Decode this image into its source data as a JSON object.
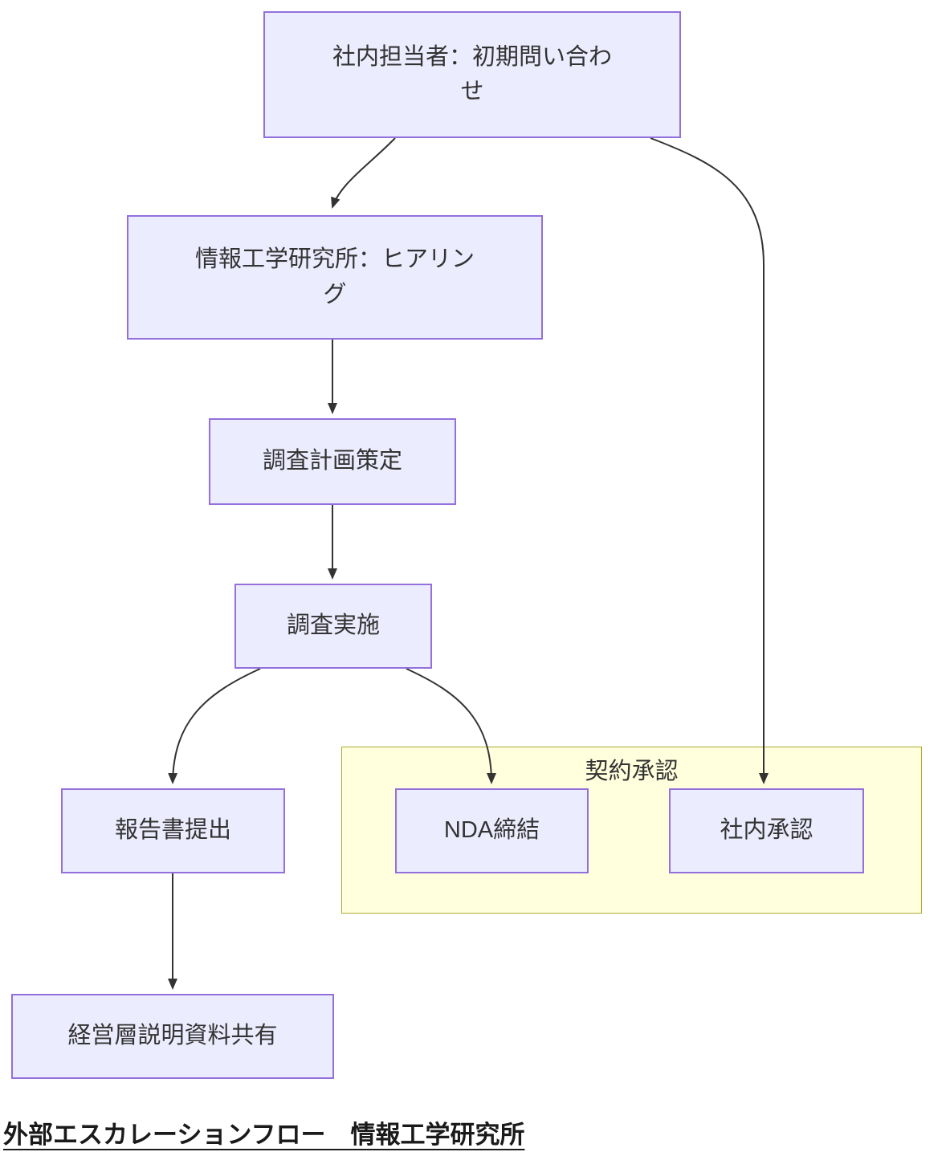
{
  "diagram": {
    "title": "外部エスカレーションフロー　情報工学研究所",
    "subgraph": {
      "label": "契約承認"
    },
    "nodes": [
      {
        "id": "A",
        "label": "社内担当者：初期問い合わせ"
      },
      {
        "id": "B",
        "label": "情報工学研究所：ヒアリング"
      },
      {
        "id": "C",
        "label": "調査計画策定"
      },
      {
        "id": "D",
        "label": "調査実施"
      },
      {
        "id": "E",
        "label": "報告書提出"
      },
      {
        "id": "F",
        "label": "NDA締結"
      },
      {
        "id": "G",
        "label": "社内承認"
      },
      {
        "id": "H",
        "label": "経営層説明資料共有"
      }
    ],
    "edges": [
      {
        "from": "A",
        "to": "B"
      },
      {
        "from": "B",
        "to": "C"
      },
      {
        "from": "C",
        "to": "D"
      },
      {
        "from": "D",
        "to": "E"
      },
      {
        "from": "D",
        "to": "F"
      },
      {
        "from": "A",
        "to": "G"
      },
      {
        "from": "E",
        "to": "H"
      }
    ],
    "colors": {
      "node_fill": "#ececff",
      "node_border": "#9370db",
      "subgraph_fill": "#ffffde",
      "subgraph_border": "#aaaa33",
      "edge": "#333333",
      "text": "#333333",
      "title_text": "#1a1a1a"
    }
  }
}
